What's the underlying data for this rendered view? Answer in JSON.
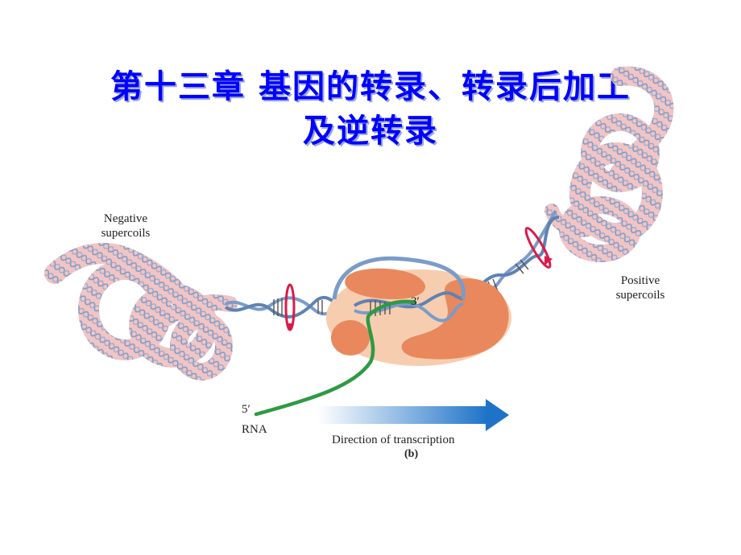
{
  "slide": {
    "title_line1": "第十三章   基因的转录、转录后加工",
    "title_line2": "及逆转录"
  },
  "figure": {
    "negative_label_line1": "Negative",
    "negative_label_line2": "supercoils",
    "positive_label_line1": "Positive",
    "positive_label_line2": "supercoils",
    "five_prime": "5′",
    "three_prime": "3′",
    "rna_label": "RNA",
    "direction_label": "Direction of transcription",
    "panel_label": "(b)"
  },
  "colors": {
    "title": "#0000ff",
    "supercoil_fill": "#f2c4c4",
    "dna_strand": "#7a9cc8",
    "polymerase_body": "#f7cdb0",
    "polymerase_subunit": "#e9885d",
    "rna": "#2e9a43",
    "arrow": "#1e73c8",
    "rotation_marker": "#d81b4a"
  }
}
